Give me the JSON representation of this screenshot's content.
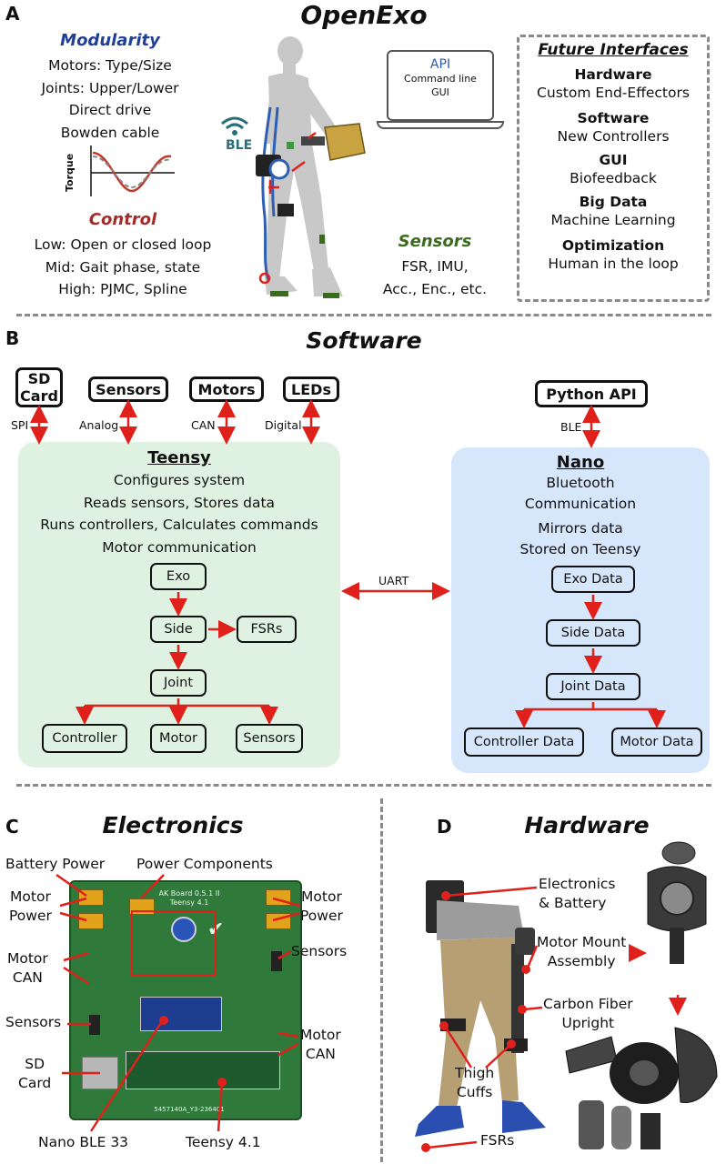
{
  "panel_a": {
    "letter": "A",
    "title": "OpenExo",
    "modularity": {
      "heading": "Modularity",
      "lines": [
        "Motors: Type/Size",
        "Joints: Upper/Lower",
        "Direct drive",
        "Bowden cable"
      ]
    },
    "torque_label": "Torque",
    "control": {
      "heading": "Control",
      "lines": [
        "Low: Open or closed loop",
        "Mid: Gait phase, state",
        "High: PJMC, Spline"
      ]
    },
    "ble_label": "BLE",
    "laptop": {
      "lines": [
        "API",
        "Command line",
        "GUI"
      ]
    },
    "sensors": {
      "heading": "Sensors",
      "lines": [
        "FSR, IMU,",
        "Acc., Enc., etc."
      ]
    },
    "future": {
      "heading": "Future Interfaces",
      "items": [
        {
          "title": "Hardware",
          "text": "Custom End-Effectors"
        },
        {
          "title": "Software",
          "text": "New Controllers"
        },
        {
          "title": "GUI",
          "text": "Biofeedback"
        },
        {
          "title": "Big Data",
          "text": "Machine Learning"
        },
        {
          "title": "Optimization",
          "text": "Human in the loop"
        }
      ]
    }
  },
  "panel_b": {
    "letter": "B",
    "title": "Software",
    "top_boxes": [
      {
        "label": "SD\nCard",
        "link": "SPI"
      },
      {
        "label": "Sensors",
        "link": "Analog"
      },
      {
        "label": "Motors",
        "link": "CAN"
      },
      {
        "label": "LEDs",
        "link": "Digital"
      }
    ],
    "python_api": {
      "label": "Python API",
      "link": "BLE"
    },
    "teensy": {
      "heading": "Teensy",
      "lines": [
        "Configures system",
        "Reads sensors, Stores data",
        "Runs controllers, Calculates commands",
        "Motor communication"
      ],
      "nodes": {
        "exo": "Exo",
        "side": "Side",
        "fsrs": "FSRs",
        "joint": "Joint",
        "controller": "Controller",
        "motor": "Motor",
        "sensors": "Sensors"
      }
    },
    "uart_label": "UART",
    "nano": {
      "heading": "Nano",
      "lines_a": [
        "Bluetooth",
        "Communication"
      ],
      "lines_b": [
        "Mirrors data",
        "Stored on Teensy"
      ],
      "nodes": {
        "exo": "Exo Data",
        "side": "Side Data",
        "joint": "Joint Data",
        "controller": "Controller Data",
        "motor": "Motor Data"
      }
    }
  },
  "panel_c": {
    "letter": "C",
    "title": "Electronics",
    "labels": {
      "battery_power": "Battery Power",
      "power_components": "Power Components",
      "motor_power_left": "Motor\nPower",
      "motor_power_right": "Motor\nPower",
      "motor_can_left": "Motor\nCAN",
      "sensors_right": "Sensors",
      "sensors_left": "Sensors",
      "motor_can_right": "Motor\nCAN",
      "sd_card": "SD\nCard",
      "nano_ble": "Nano BLE 33",
      "teensy": "Teensy 4.1"
    },
    "board_text": [
      "AK Board 0.5.1 II",
      "Teensy 4.1"
    ],
    "board_id": "5457140A_Y3-236401"
  },
  "panel_d": {
    "letter": "D",
    "title": "Hardware",
    "labels": {
      "electronics": "Electronics\n& Battery",
      "motor_mount": "Motor Mount\nAssembly",
      "carbon": "Carbon Fiber\nUpright",
      "thigh": "Thigh\nCuffs",
      "fsrs": "FSRs"
    }
  },
  "colors": {
    "modularity": "#1f3f99",
    "control": "#a52a2a",
    "sensors": "#3a6b1e",
    "arrow": "#e0201b",
    "teensy_bg": "#dff2e1",
    "nano_bg": "#d6e6fb",
    "ble": "#2a6f7a",
    "api": "#2b5aa8"
  }
}
